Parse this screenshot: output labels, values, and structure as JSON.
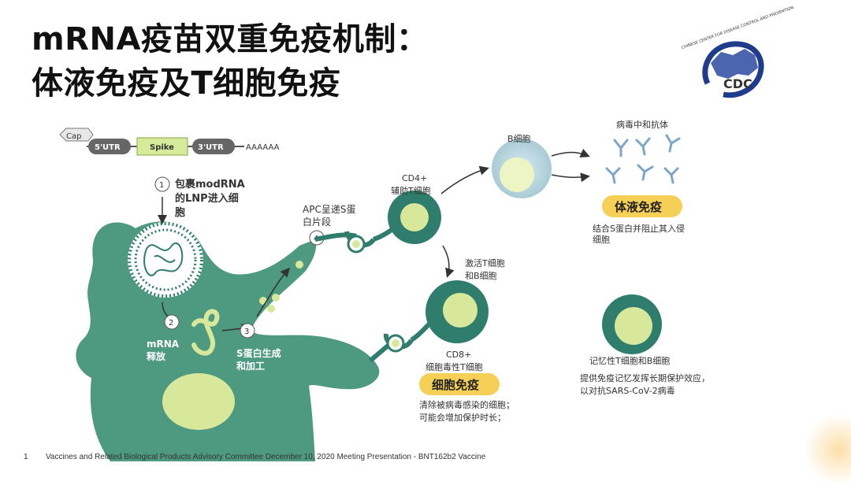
{
  "title": {
    "line1": "mRNA疫苗双重免疫机制：",
    "line2": "体液免疫及T细胞免疫"
  },
  "logo": {
    "abbr": "CDC",
    "ring_text": "CHINESE CENTER FOR DISEASE CONTROL AND PREVENTION"
  },
  "mrna_construct": {
    "cap": "Cap",
    "utr5": "5'UTR",
    "spike": "Spike",
    "utr3": "3'UTR",
    "polya": "AAAAAA"
  },
  "steps": {
    "s1": {
      "num": "1",
      "label_line1": "包裹modRNA",
      "label_line2": "的LNP进入细",
      "label_line3": "胞"
    },
    "s2": {
      "num": "2",
      "label_line1": "mRNA",
      "label_line2": "释放"
    },
    "s3": {
      "num": "3",
      "label_line1": "S蛋白生成",
      "label_line2": "和加工"
    },
    "s4": {
      "num": "4",
      "label_line1": "APC呈递S蛋",
      "label_line2": "白片段"
    }
  },
  "cells": {
    "cd4": {
      "line1": "CD4+",
      "line2": "辅助T细胞"
    },
    "bcell": "B细胞",
    "antibody": "病毒中和抗体",
    "activate": {
      "line1": "激活T细胞",
      "line2": "和B细胞"
    },
    "cd8": {
      "line1": "CD8+",
      "line2": "细胞毒性T细胞"
    },
    "memory": "记忆性T细胞和B细胞"
  },
  "badges": {
    "humoral": "体液免疫",
    "cellular": "细胞免疫"
  },
  "descriptions": {
    "humoral": {
      "line1": "结合S蛋白并阻止其入侵",
      "line2": "细胞"
    },
    "cellular": {
      "line1": "清除被病毒感染的细胞；",
      "line2": "可能会增加保护时长；"
    },
    "memory": {
      "line1": "提供免疫记忆发挥长期保护效应，",
      "line2": "以对抗SARS-CoV-2病毒"
    }
  },
  "footnote": {
    "num": "1",
    "text": "Vaccines and Related Biological Products Advisory Committee December 10, 2020 Meeting Presentation - BNT162b2 Vaccine"
  },
  "colors": {
    "cell_green": "#4e9a80",
    "cell_dark": "#2f7d6c",
    "nucleus_yellow": "#d8e89a",
    "antibody_blue": "#7ba6c9",
    "badge_yellow": "#f6cf56",
    "cdc_blue": "#1f3b8c"
  }
}
